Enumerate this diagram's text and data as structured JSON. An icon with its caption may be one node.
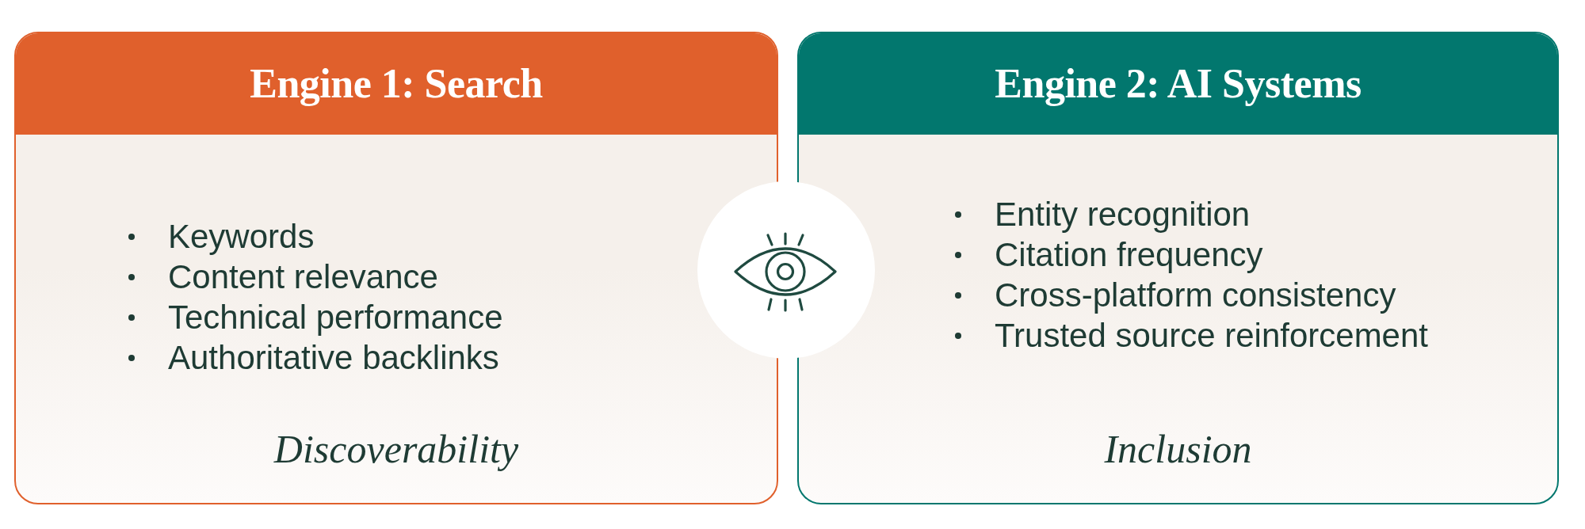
{
  "diagram": {
    "nodes": [
      {
        "text": [
          "Engine 1: Search",
          "Keywords",
          "Content relevance",
          "Technical performance",
          "Authoritative backlinks",
          "Discoverability"
        ]
      },
      {
        "text": [
          "Engine 2: AI Systems",
          "Entity recognition",
          "Citation frequency",
          "Cross-platform consistency",
          "Trusted source reinforcement",
          "Inclusion"
        ]
      }
    ]
  }
}
